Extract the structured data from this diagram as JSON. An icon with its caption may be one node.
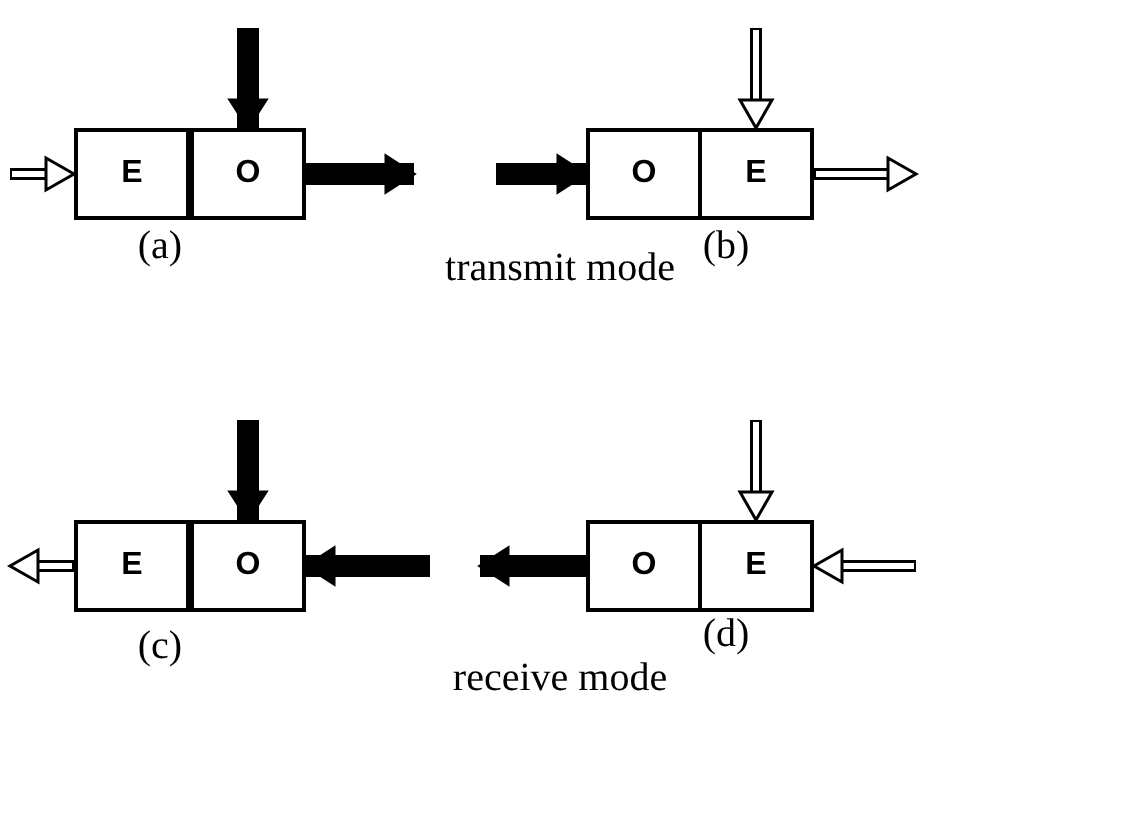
{
  "diagram": {
    "nodes": [
      {
        "text": [
          "E"
        ]
      },
      {
        "text": [
          "O"
        ]
      },
      {
        "text": [
          "O"
        ]
      },
      {
        "text": [
          "E"
        ]
      },
      {
        "text": [
          "E"
        ]
      },
      {
        "text": [
          "O"
        ]
      },
      {
        "text": [
          "O"
        ]
      },
      {
        "text": [
          "E"
        ]
      }
    ],
    "edges": [
      {
        "from": null,
        "to": 0,
        "arrow": "to"
      },
      {
        "from": null,
        "to": 1,
        "arrow": "to",
        "style": "thick"
      },
      {
        "from": 1,
        "to": null,
        "arrow": "to",
        "style": "thick"
      },
      {
        "from": null,
        "to": 2,
        "arrow": "to",
        "style": "thick"
      },
      {
        "from": null,
        "to": 3,
        "arrow": "to"
      },
      {
        "from": 3,
        "to": null,
        "arrow": "to"
      },
      {
        "from": 4,
        "to": null,
        "arrow": "to"
      },
      {
        "from": null,
        "to": 5,
        "arrow": "to",
        "style": "thick"
      },
      {
        "from": null,
        "to": 5,
        "arrow": "to",
        "style": "thick"
      },
      {
        "from": null,
        "to": 7,
        "arrow": "to"
      },
      {
        "from": null,
        "to": 7,
        "arrow": "to"
      },
      {
        "from": 6,
        "to": null,
        "arrow": "to",
        "style": "thick"
      }
    ],
    "labels": [
      "(a)",
      "transmit mode",
      "(b)",
      "(c)",
      "receive mode",
      "(d)"
    ]
  }
}
